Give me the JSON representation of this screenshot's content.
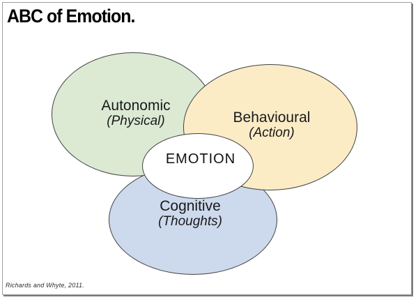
{
  "slide": {
    "title": "ABC of Emotion.",
    "attribution": "Richards and Whyte, 2011.",
    "background": "#ffffff",
    "frame_border_color": "#9d9d9d",
    "frame_shadow_color": "#7a7a7a"
  },
  "diagram": {
    "type": "venn",
    "stroke_color": "#404040",
    "center": {
      "label": "EMOTION",
      "fill": "#ffffff"
    },
    "ellipses": [
      {
        "id": "autonomic",
        "label": "Autonomic",
        "sublabel": "(Physical)",
        "fill": "#dcead4"
      },
      {
        "id": "behavioural",
        "label": "Behavioural",
        "sublabel": "(Action)",
        "fill": "#fcecc6"
      },
      {
        "id": "cognitive",
        "label": "Cognitive",
        "sublabel": "(Thoughts)",
        "fill": "#cdd9ec"
      }
    ]
  }
}
